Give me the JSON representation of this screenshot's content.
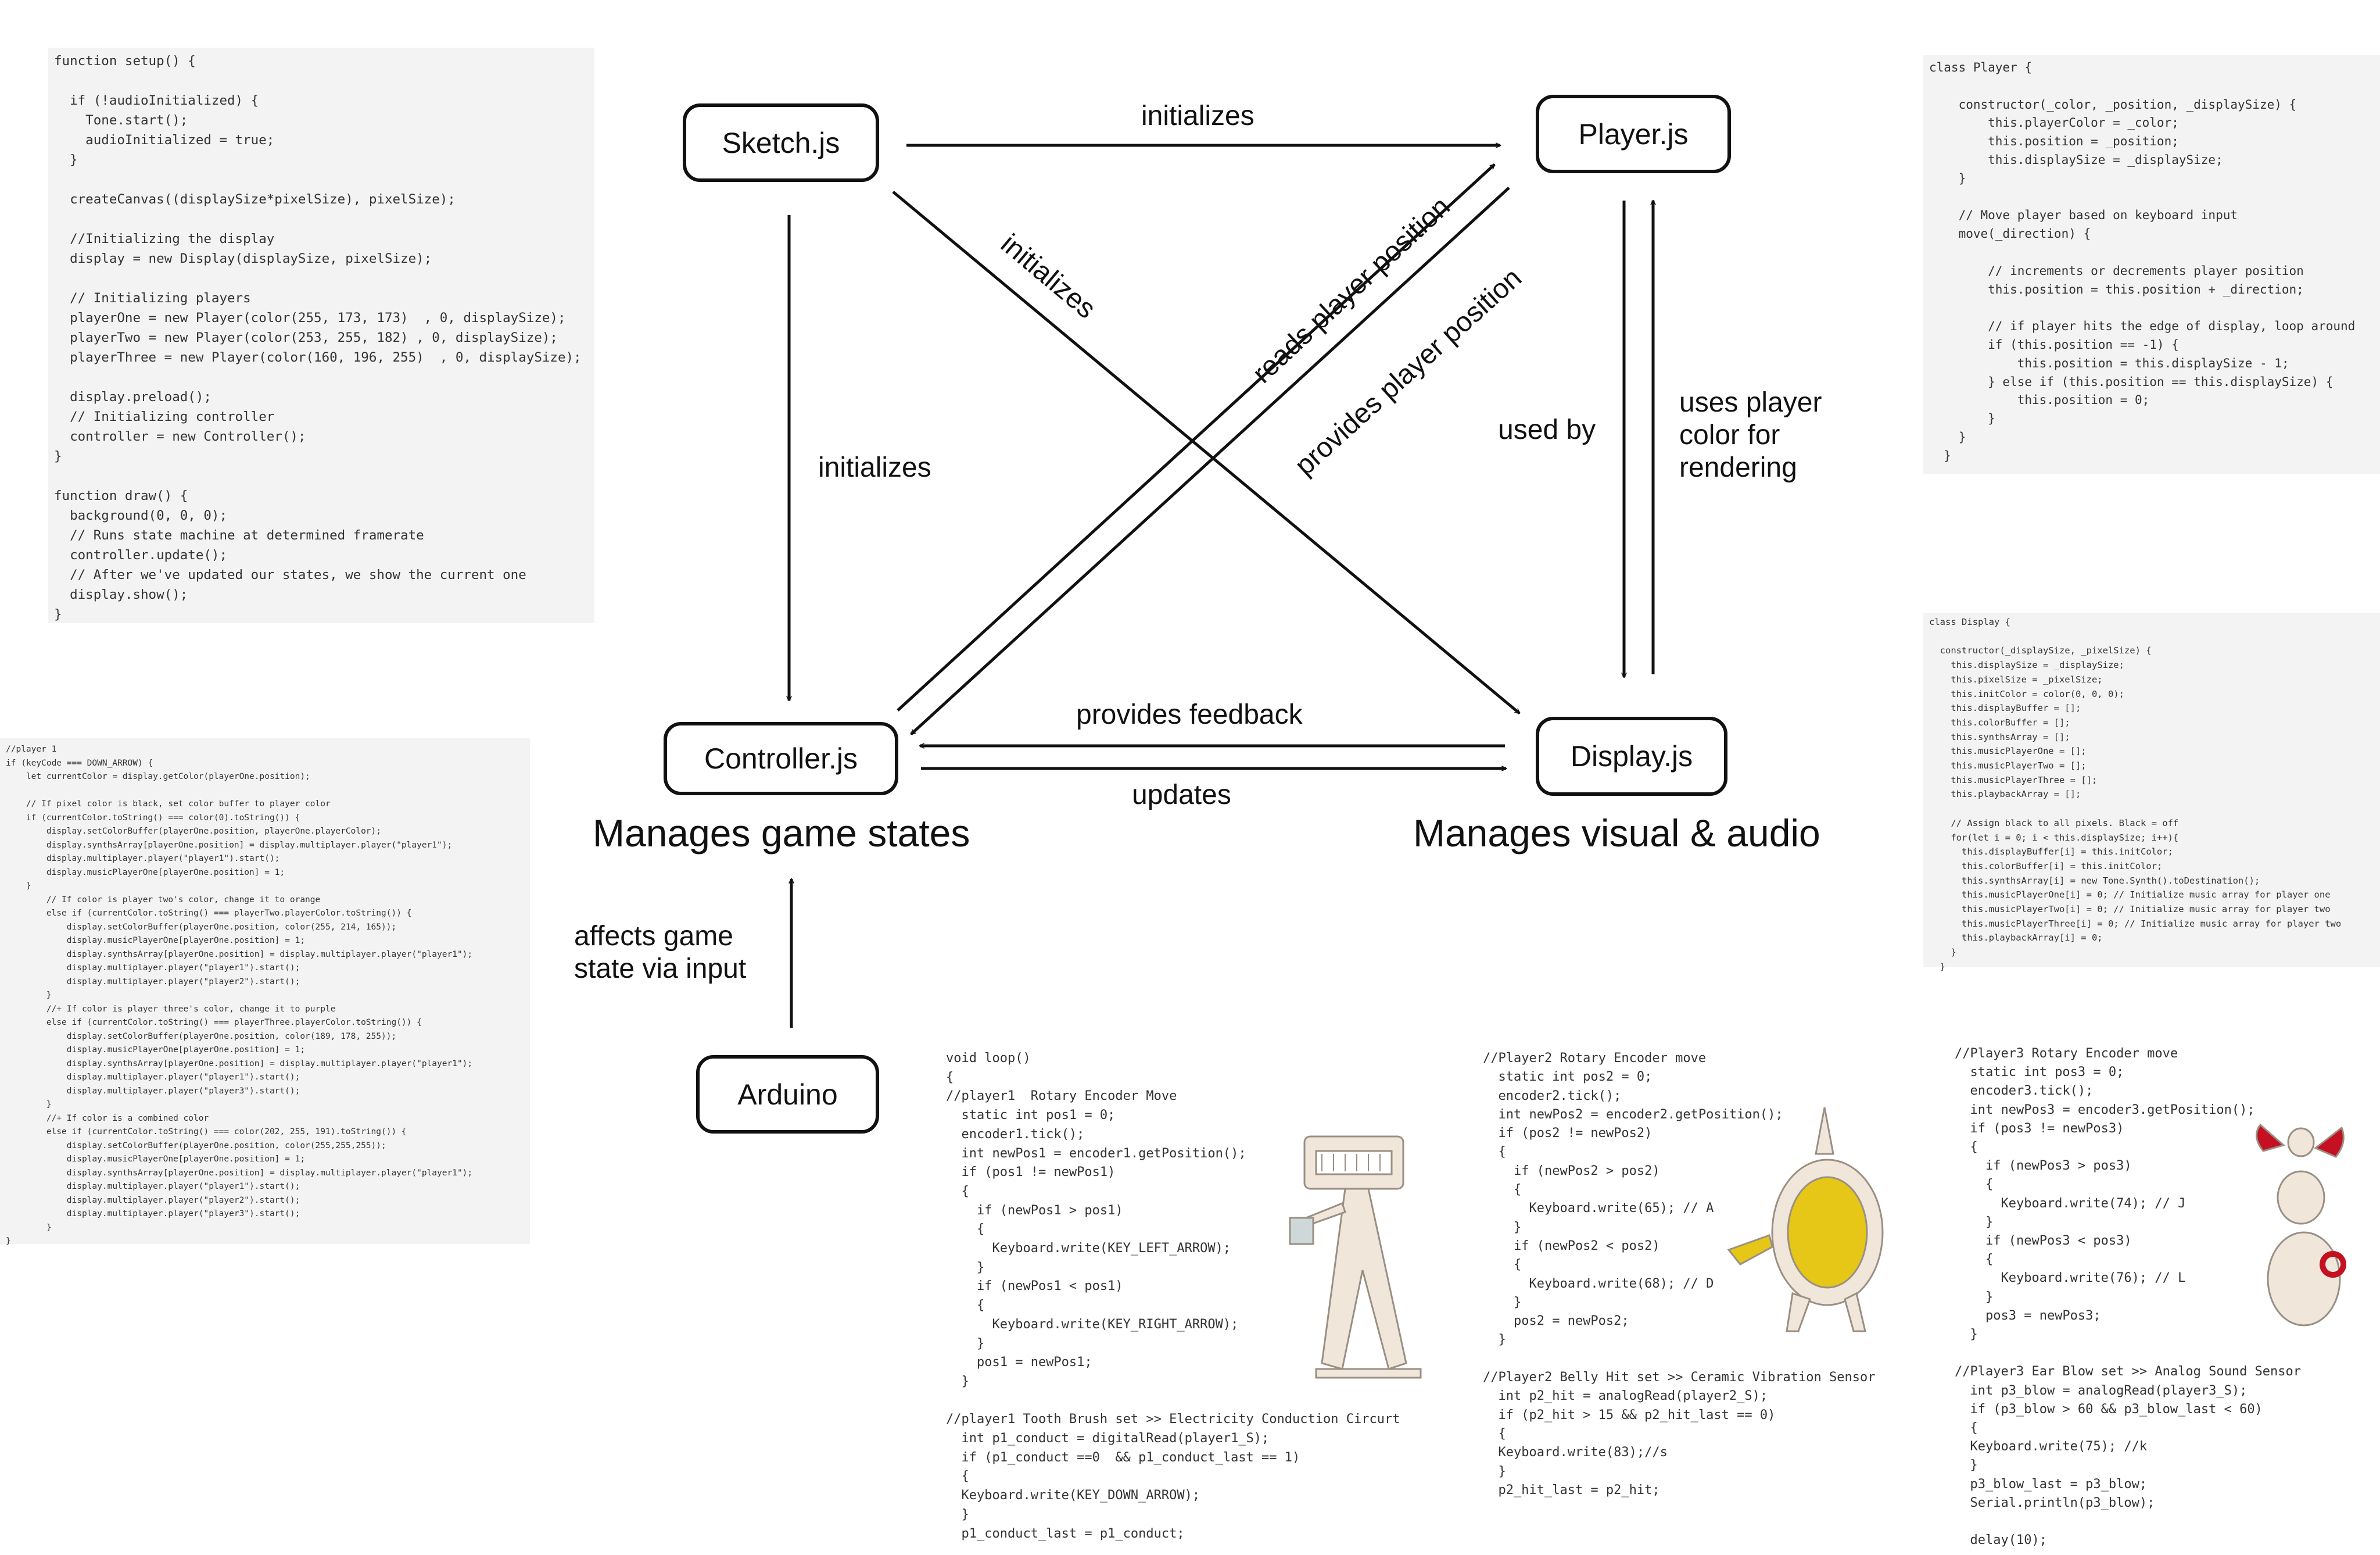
{
  "nodes": {
    "sketch": "Sketch.js",
    "player": "Player.js",
    "controller": "Controller.js",
    "display": "Display.js",
    "arduino": "Arduino"
  },
  "edges": {
    "sketch_player": "initializes",
    "sketch_display": "initializes",
    "sketch_controller": "initializes",
    "controller_reads_player": "reads player position",
    "player_provides_controller": "provides player position",
    "display_used_by": "used by",
    "player_color": "uses player color for rendering",
    "display_feedback": "provides feedback",
    "controller_updates": "updates",
    "arduino_input": "affects game state via input"
  },
  "captions": {
    "controller": "Manages game states",
    "display": "Manages visual & audio"
  },
  "code": {
    "sketch": "function setup() {\n\n  if (!audioInitialized) {\n    Tone.start();\n    audioInitialized = true;\n  }\n\n  createCanvas((displaySize*pixelSize), pixelSize);\n\n  //Initializing the display\n  display = new Display(displaySize, pixelSize);\n\n  // Initializing players\n  playerOne = new Player(color(255, 173, 173)  , 0, displaySize);\n  playerTwo = new Player(color(253, 255, 182) , 0, displaySize);\n  playerThree = new Player(color(160, 196, 255)  , 0, displaySize);\n\n  display.preload();\n  // Initializing controller\n  controller = new Controller();\n}\n\nfunction draw() {\n  background(0, 0, 0);\n  // Runs state machine at determined framerate\n  controller.update();\n  // After we've updated our states, we show the current one\n  display.show();\n}",
    "player": "class Player {\n\n    constructor(_color, _position, _displaySize) {\n        this.playerColor = _color;\n        this.position = _position;\n        this.displaySize = _displaySize;\n    }\n\n    // Move player based on keyboard input\n    move(_direction) {\n\n        // increments or decrements player position\n        this.position = this.position + _direction;\n\n        // if player hits the edge of display, loop around\n        if (this.position == -1) {\n            this.position = this.displaySize - 1;\n        } else if (this.position == this.displaySize) {\n            this.position = 0;\n        }\n    }\n  }",
    "display": "class Display {\n\n  constructor(_displaySize, _pixelSize) {\n    this.displaySize = _displaySize;\n    this.pixelSize = _pixelSize;\n    this.initColor = color(0, 0, 0);\n    this.displayBuffer = [];\n    this.colorBuffer = [];\n    this.synthsArray = [];\n    this.musicPlayerOne = [];\n    this.musicPlayerTwo = [];\n    this.musicPlayerThree = [];\n    this.playbackArray = [];\n\n    // Assign black to all pixels. Black = off\n    for(let i = 0; i < this.displaySize; i++){\n      this.displayBuffer[i] = this.initColor;\n      this.colorBuffer[i] = this.initColor;\n      this.synthsArray[i] = new Tone.Synth().toDestination();\n      this.musicPlayerOne[i] = 0; // Initialize music array for player one\n      this.musicPlayerTwo[i] = 0; // Initialize music array for player two\n      this.musicPlayerThree[i] = 0; // Initialize music array for player two\n      this.playbackArray[i] = 0;\n    }\n  }",
    "controller": "//player 1\nif (keyCode === DOWN_ARROW) {\n    let currentColor = display.getColor(playerOne.position);\n\n    // If pixel color is black, set color buffer to player color\n    if (currentColor.toString() === color(0).toString()) {\n        display.setColorBuffer(playerOne.position, playerOne.playerColor);\n        display.synthsArray[playerOne.position] = display.multiplayer.player(\"player1\");\n        display.multiplayer.player(\"player1\").start();\n        display.musicPlayerOne[playerOne.position] = 1;\n    }\n        // If color is player two's color, change it to orange\n        else if (currentColor.toString() === playerTwo.playerColor.toString()) {\n            display.setColorBuffer(playerOne.position, color(255, 214, 165));\n            display.musicPlayerOne[playerOne.position] = 1;\n            display.synthsArray[playerOne.position] = display.multiplayer.player(\"player1\");\n            display.multiplayer.player(\"player1\").start();\n            display.multiplayer.player(\"player2\").start();\n        }\n        //+ If color is player three's color, change it to purple\n        else if (currentColor.toString() === playerThree.playerColor.toString()) {\n            display.setColorBuffer(playerOne.position, color(189, 178, 255));\n            display.musicPlayerOne[playerOne.position] = 1;\n            display.synthsArray[playerOne.position] = display.multiplayer.player(\"player1\");\n            display.multiplayer.player(\"player1\").start();\n            display.multiplayer.player(\"player3\").start();\n        }\n        //+ If color is a combined color\n        else if (currentColor.toString() === color(202, 255, 191).toString()) {\n            display.setColorBuffer(playerOne.position, color(255,255,255));\n            display.musicPlayerOne[playerOne.position] = 1;\n            display.synthsArray[playerOne.position] = display.multiplayer.player(\"player1\");\n            display.multiplayer.player(\"player1\").start();\n            display.multiplayer.player(\"player2\").start();\n            display.multiplayer.player(\"player3\").start();\n        }\n}",
    "arduino1": "void loop()\n{\n//player1  Rotary Encoder Move\n  static int pos1 = 0;\n  encoder1.tick();\n  int newPos1 = encoder1.getPosition();\n  if (pos1 != newPos1)\n  {\n    if (newPos1 > pos1)\n    {\n      Keyboard.write(KEY_LEFT_ARROW);\n    }\n    if (newPos1 < pos1)\n    {\n      Keyboard.write(KEY_RIGHT_ARROW);\n    }\n    pos1 = newPos1;\n  }\n\n//player1 Tooth Brush set >> Electricity Conduction Circurt\n  int p1_conduct = digitalRead(player1_S);\n  if (p1_conduct ==0  && p1_conduct_last == 1)\n  {\n  Keyboard.write(KEY_DOWN_ARROW);\n  }\n  p1_conduct_last = p1_conduct;",
    "arduino2": "//Player2 Rotary Encoder move\n  static int pos2 = 0;\n  encoder2.tick();\n  int newPos2 = encoder2.getPosition();\n  if (pos2 != newPos2)\n  {\n    if (newPos2 > pos2)\n    {\n      Keyboard.write(65); // A\n    }\n    if (newPos2 < pos2)\n    {\n      Keyboard.write(68); // D\n    }\n    pos2 = newPos2;\n  }\n\n//Player2 Belly Hit set >> Ceramic Vibration Sensor\n  int p2_hit = analogRead(player2_S);\n  if (p2_hit > 15 && p2_hit_last == 0)\n  {\n  Keyboard.write(83);//s\n  }\n  p2_hit_last = p2_hit;",
    "arduino3": "//Player3 Rotary Encoder move\n  static int pos3 = 0;\n  encoder3.tick();\n  int newPos3 = encoder3.getPosition();\n  if (pos3 != newPos3)\n  {\n    if (newPos3 > pos3)\n    {\n      Keyboard.write(74); // J\n    }\n    if (newPos3 < pos3)\n    {\n      Keyboard.write(76); // L\n    }\n    pos3 = newPos3;\n  }\n\n//Player3 Ear Blow set >> Analog Sound Sensor\n  int p3_blow = analogRead(player3_S);\n  if (p3_blow > 60 && p3_blow_last < 60)\n  {\n  Keyboard.write(75); //k\n  }\n  p3_blow_last = p3_blow;\n  Serial.println(p3_blow);\n\n  delay(10);"
  },
  "colors": {
    "line": "#111111",
    "code_bg": "#f3f3f3",
    "figure_body": "#f1e6da",
    "figure_yellow": "#e6c616",
    "figure_red": "#c41020"
  }
}
